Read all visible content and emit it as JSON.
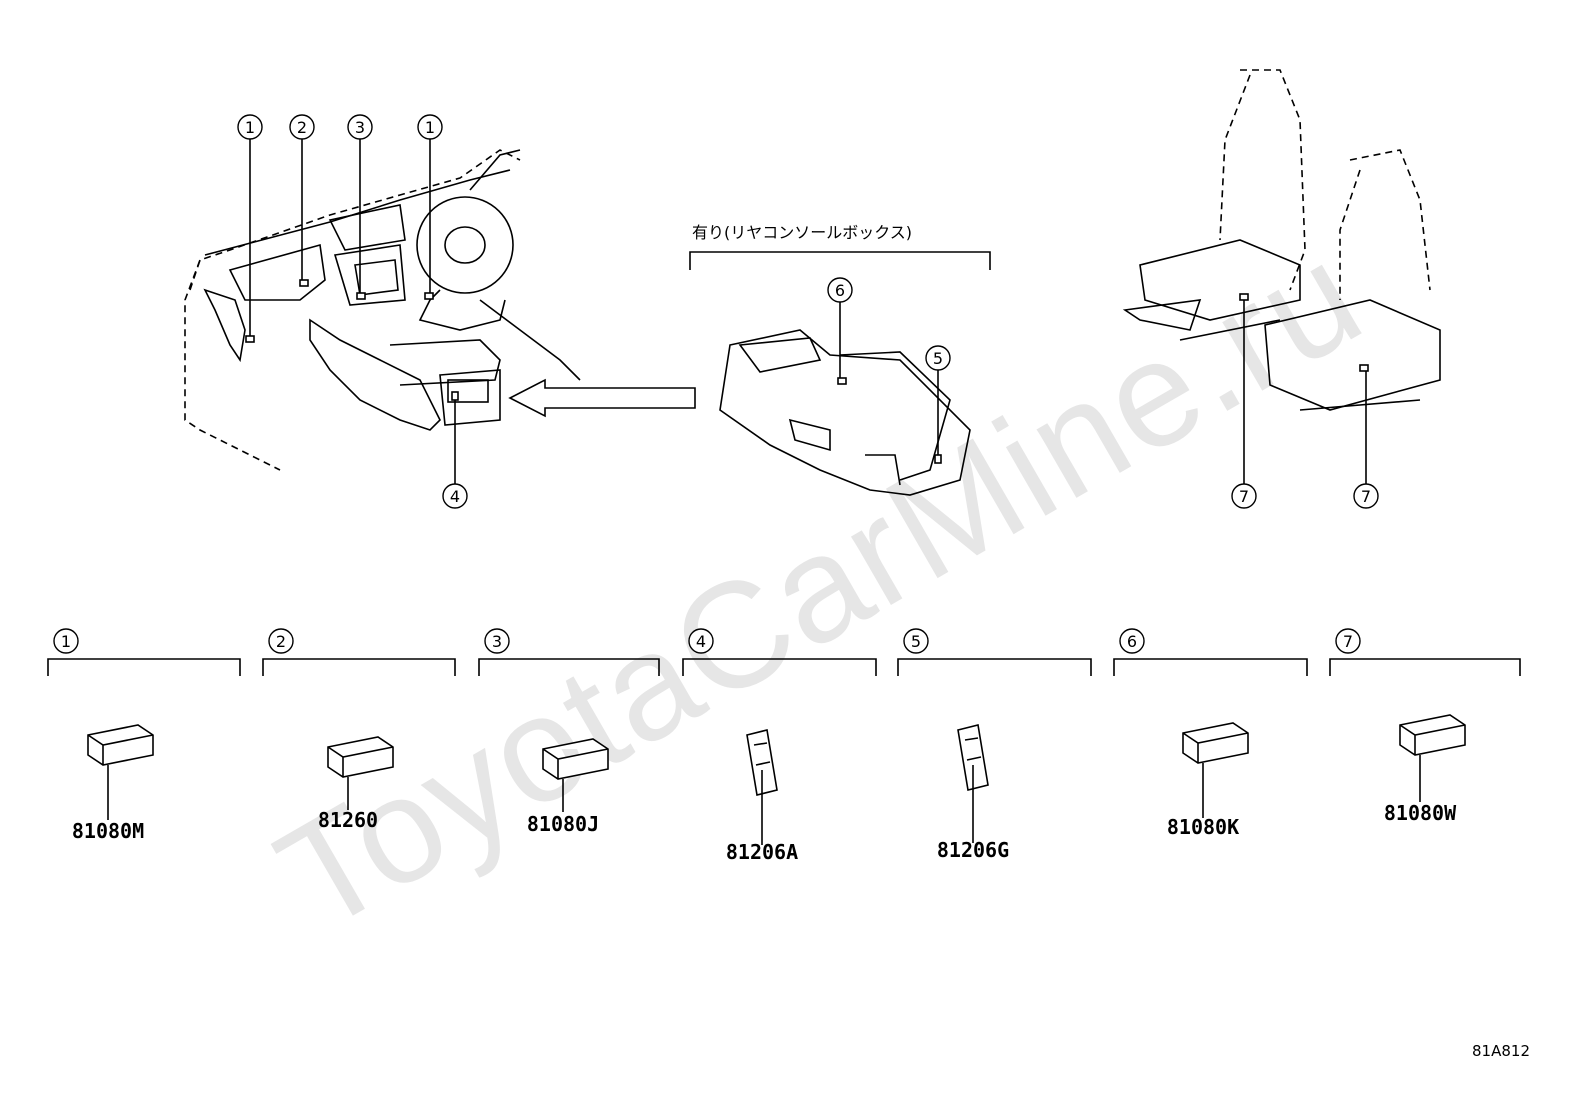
{
  "watermark": "ToyotaCarMine.ru",
  "caption_rear_console": "有り(リヤコンソールボックス)",
  "diagram_code": "81A812",
  "callouts": {
    "c1a": "1",
    "c2": "2",
    "c3": "3",
    "c1b": "1",
    "c4": "4",
    "c5": "5",
    "c6": "6",
    "c7a": "7",
    "c7b": "7"
  },
  "parts": [
    {
      "number": "1",
      "part_no": "81080M"
    },
    {
      "number": "2",
      "part_no": "81260"
    },
    {
      "number": "3",
      "part_no": "81080J"
    },
    {
      "number": "4",
      "part_no": "81206A"
    },
    {
      "number": "5",
      "part_no": "81206G"
    },
    {
      "number": "6",
      "part_no": "81080K"
    },
    {
      "number": "7",
      "part_no": "81080W"
    }
  ]
}
